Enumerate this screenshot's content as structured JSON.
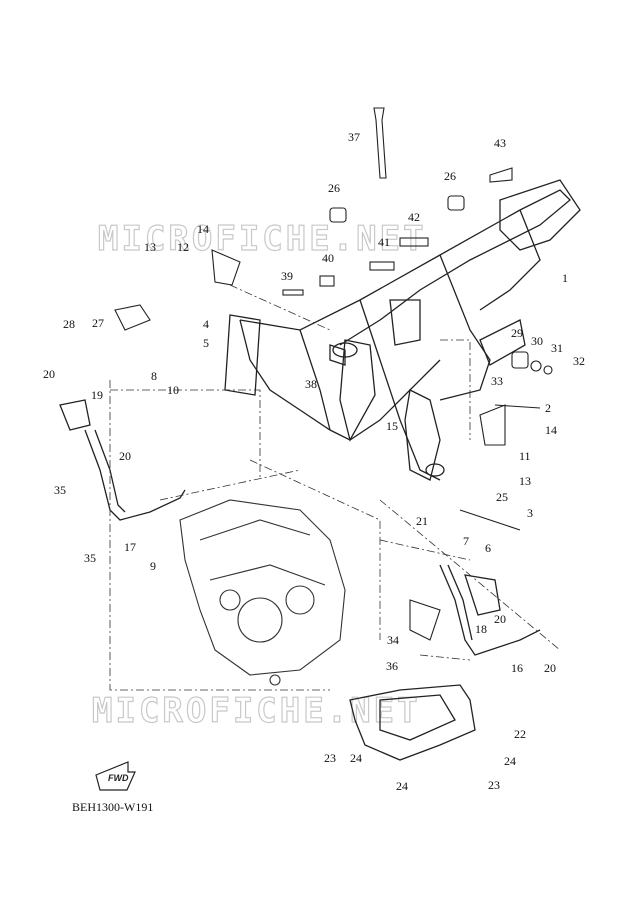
{
  "watermark": "MICROFICHE.NET",
  "diagram_code": "BEH1300-W191",
  "fwd_label": "FWD",
  "callouts": [
    {
      "id": "c1",
      "text": "1"
    },
    {
      "id": "c2",
      "text": "2"
    },
    {
      "id": "c3",
      "text": "3"
    },
    {
      "id": "c4",
      "text": "4"
    },
    {
      "id": "c5",
      "text": "5"
    },
    {
      "id": "c6",
      "text": "6"
    },
    {
      "id": "c7",
      "text": "7"
    },
    {
      "id": "c8",
      "text": "8"
    },
    {
      "id": "c9",
      "text": "9"
    },
    {
      "id": "c10",
      "text": "10"
    },
    {
      "id": "c11",
      "text": "11"
    },
    {
      "id": "c12",
      "text": "12"
    },
    {
      "id": "c13a",
      "text": "13"
    },
    {
      "id": "c13b",
      "text": "13"
    },
    {
      "id": "c14a",
      "text": "14"
    },
    {
      "id": "c14b",
      "text": "14"
    },
    {
      "id": "c15",
      "text": "15"
    },
    {
      "id": "c16",
      "text": "16"
    },
    {
      "id": "c17",
      "text": "17"
    },
    {
      "id": "c18",
      "text": "18"
    },
    {
      "id": "c19",
      "text": "19"
    },
    {
      "id": "c20a",
      "text": "20"
    },
    {
      "id": "c20b",
      "text": "20"
    },
    {
      "id": "c20c",
      "text": "20"
    },
    {
      "id": "c20d",
      "text": "20"
    },
    {
      "id": "c21",
      "text": "21"
    },
    {
      "id": "c22",
      "text": "22"
    },
    {
      "id": "c23a",
      "text": "23"
    },
    {
      "id": "c23b",
      "text": "23"
    },
    {
      "id": "c24a",
      "text": "24"
    },
    {
      "id": "c24b",
      "text": "24"
    },
    {
      "id": "c24c",
      "text": "24"
    },
    {
      "id": "c25",
      "text": "25"
    },
    {
      "id": "c26a",
      "text": "26"
    },
    {
      "id": "c26b",
      "text": "26"
    },
    {
      "id": "c27",
      "text": "27"
    },
    {
      "id": "c28",
      "text": "28"
    },
    {
      "id": "c29",
      "text": "29"
    },
    {
      "id": "c30",
      "text": "30"
    },
    {
      "id": "c31",
      "text": "31"
    },
    {
      "id": "c32",
      "text": "32"
    },
    {
      "id": "c33",
      "text": "33"
    },
    {
      "id": "c34",
      "text": "34"
    },
    {
      "id": "c35a",
      "text": "35"
    },
    {
      "id": "c35b",
      "text": "35"
    },
    {
      "id": "c36",
      "text": "36"
    },
    {
      "id": "c37",
      "text": "37"
    },
    {
      "id": "c38",
      "text": "38"
    },
    {
      "id": "c39",
      "text": "39"
    },
    {
      "id": "c40",
      "text": "40"
    },
    {
      "id": "c41",
      "text": "41"
    },
    {
      "id": "c42",
      "text": "42"
    },
    {
      "id": "c43",
      "text": "43"
    }
  ]
}
